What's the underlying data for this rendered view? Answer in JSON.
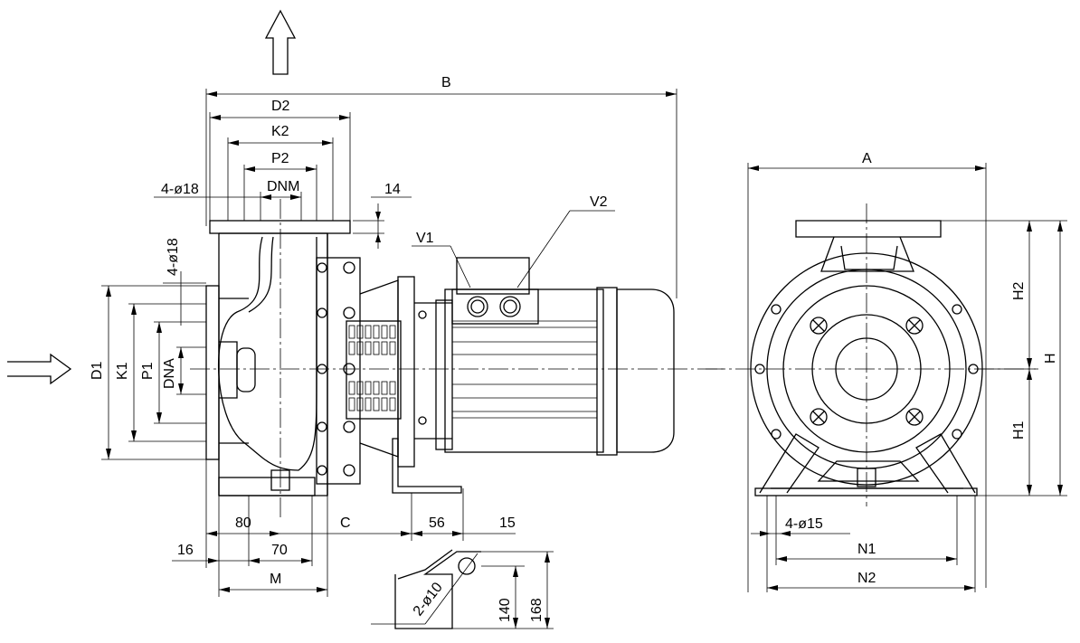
{
  "labels": {
    "B": "B",
    "D2": "D2",
    "K2": "K2",
    "P2": "P2",
    "DNM": "DNM",
    "hole_top": "4-ø18",
    "hole_side": "4-ø18",
    "t14": "14",
    "V1": "V1",
    "V2": "V2",
    "A": "A",
    "H2": "H2",
    "H": "H",
    "H1": "H1",
    "D1": "D1",
    "K1": "K1",
    "P1": "P1",
    "DNA": "DNA",
    "d80": "80",
    "C": "C",
    "d56": "56",
    "d15": "15",
    "d16": "16",
    "d70": "70",
    "M": "M",
    "hole_foot": "4-ø15",
    "N1": "N1",
    "N2": "N2",
    "bracket_holes": "2-ø10",
    "d140": "140",
    "d168": "168"
  }
}
